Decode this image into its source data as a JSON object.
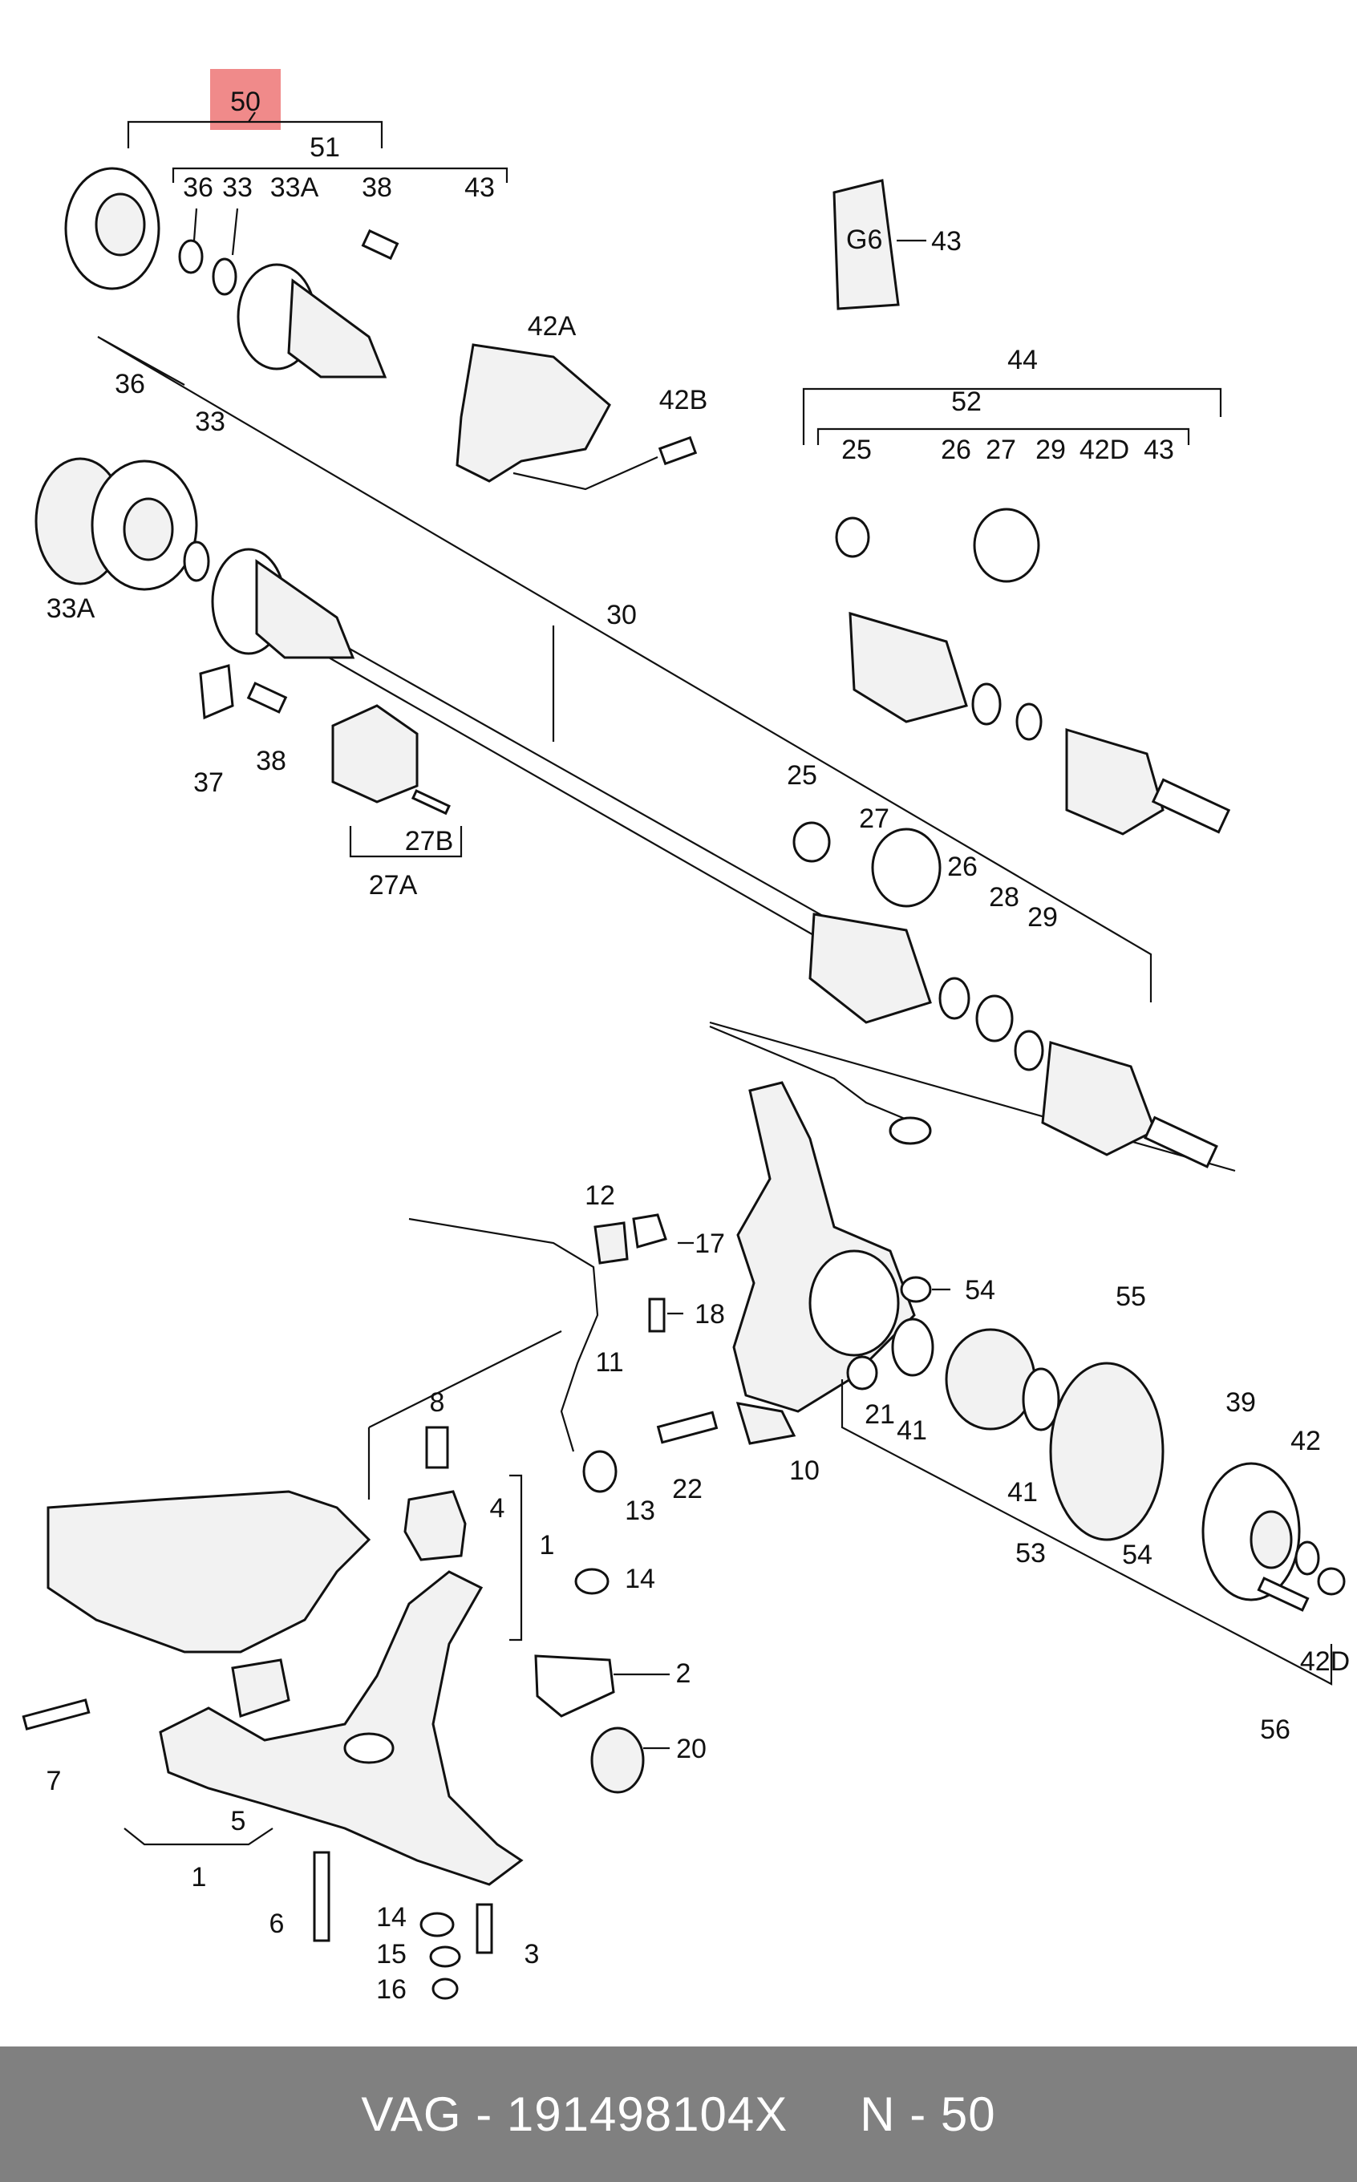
{
  "highlight": {
    "label": "50",
    "color": "#f08a8a"
  },
  "footer": {
    "part_ref": "VAG - 191498104X",
    "item_ref": "N - 50",
    "background": "#808080"
  },
  "callouts": [
    "50",
    "51",
    "36",
    "33",
    "33A",
    "38",
    "43",
    "43",
    "42A",
    "42B",
    "44",
    "52",
    "25",
    "26",
    "27",
    "29",
    "42D",
    "43",
    "36",
    "33",
    "33A",
    "30",
    "37",
    "38",
    "27B",
    "27A",
    "25",
    "27",
    "26",
    "28",
    "29",
    "12",
    "17",
    "18",
    "11",
    "54",
    "55",
    "39",
    "42",
    "42D",
    "56",
    "8",
    "4",
    "1",
    "13",
    "14",
    "22",
    "10",
    "21",
    "41",
    "41",
    "53",
    "54",
    "2",
    "20",
    "7",
    "5",
    "1",
    "6",
    "14",
    "15",
    "16",
    "3"
  ]
}
